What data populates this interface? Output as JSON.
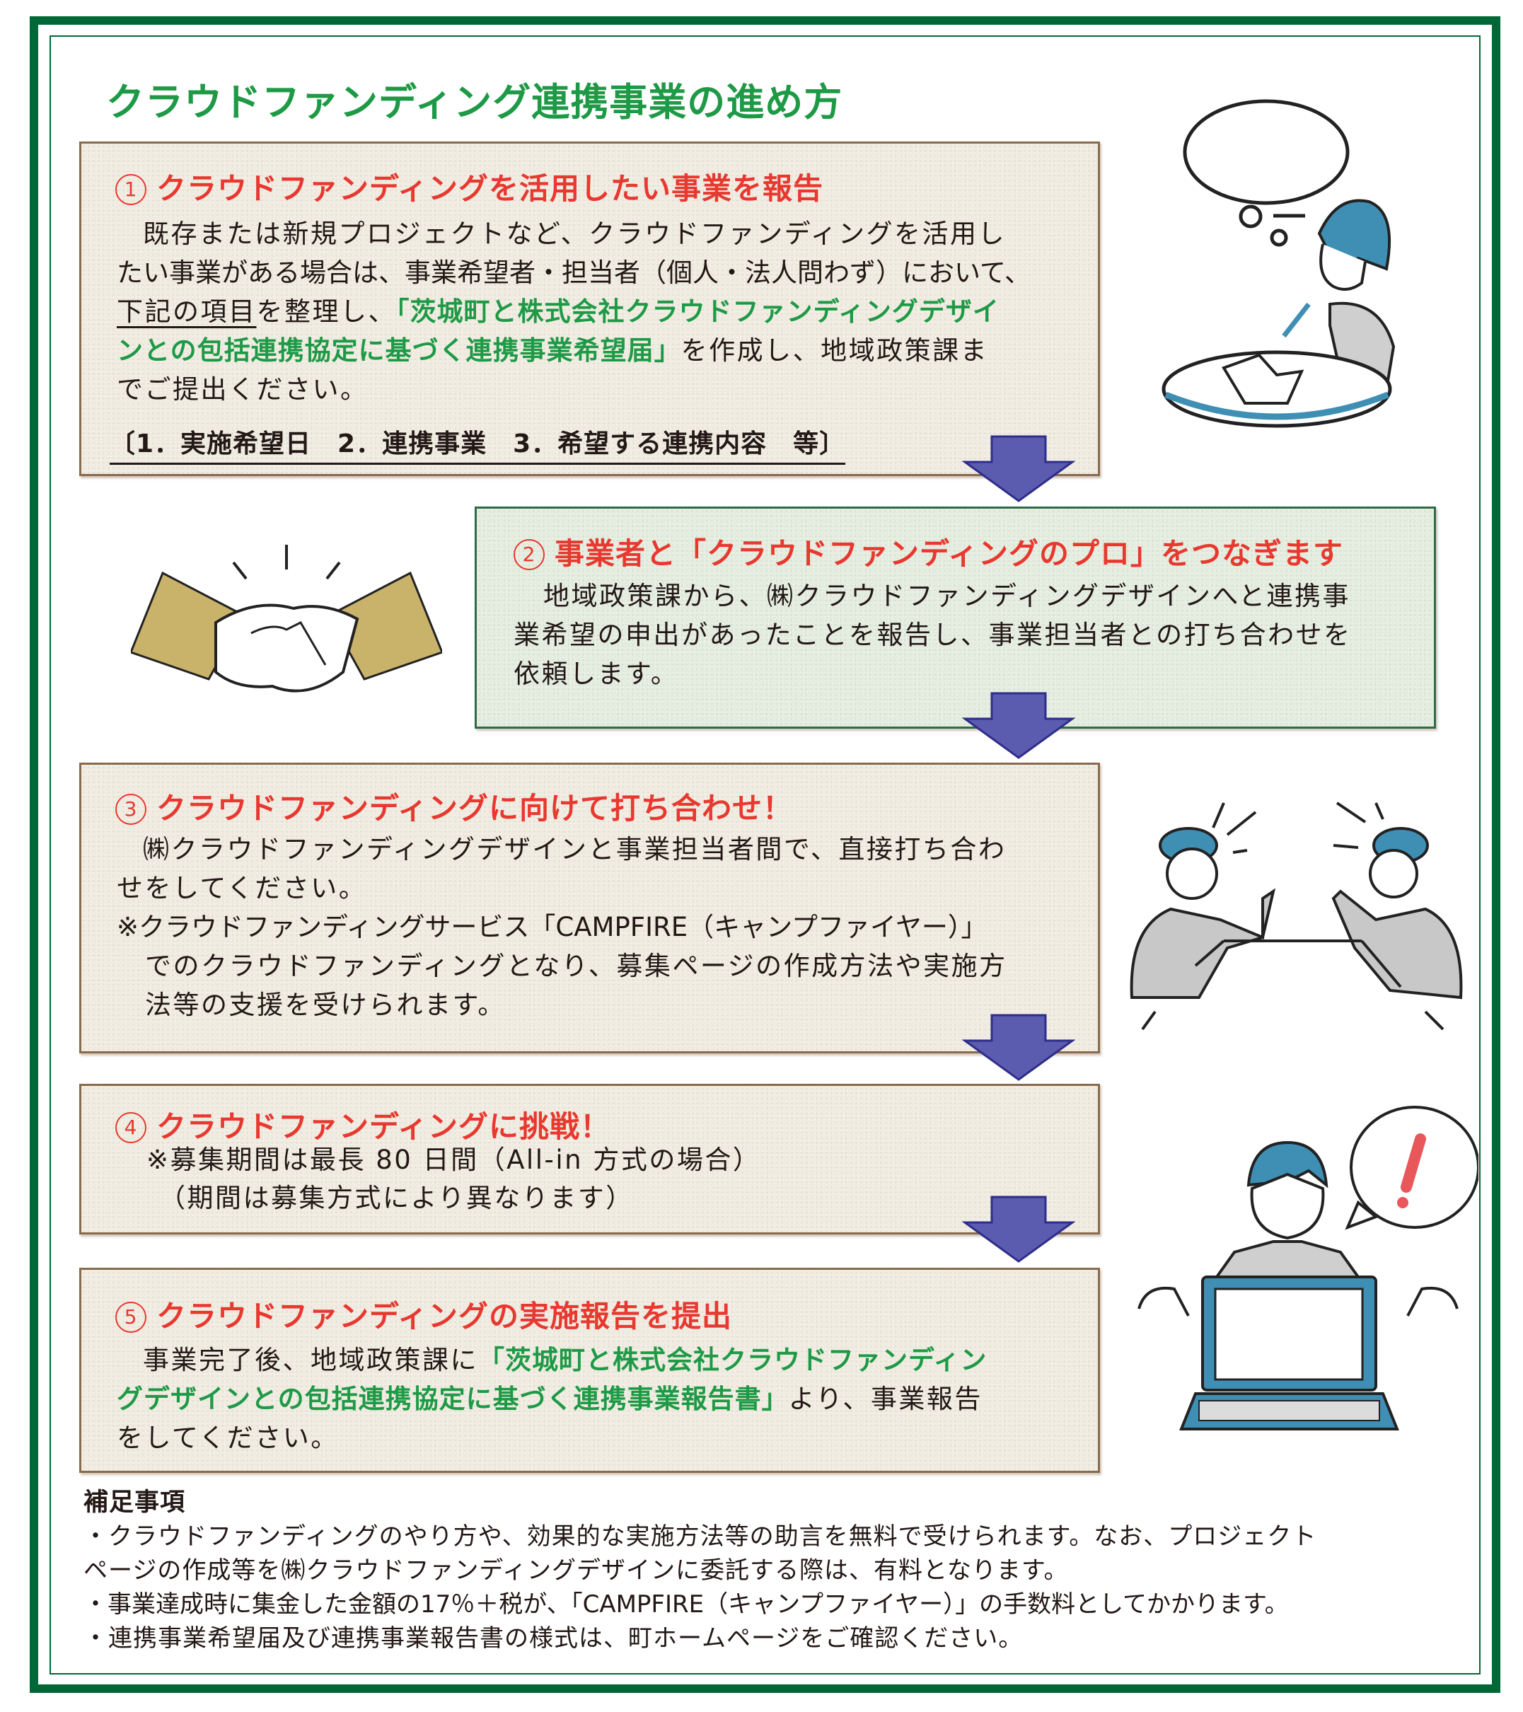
{
  "title": "クラウドファンディング連携事業の進め方",
  "colors": {
    "frame": "#006837",
    "title": "#1e9a46",
    "heading": "#e8382f",
    "highlight": "#1e9a46",
    "arrow": "#5b5bb0",
    "box_border": "#8a6a4c",
    "box_green_border": "#2e6b47"
  },
  "steps": [
    {
      "number": "1",
      "heading": "クラウドファンディングを活用したい事業を報告",
      "lines": [
        {
          "text": "既存または新規プロジェクトなど、クラウドファンディングを活用し"
        },
        {
          "text": "たい事業がある場合は、事業希望者・担当者（個人・法人問わず）において、"
        },
        {
          "pre_underlined": "下記の項目",
          "pre": "を整理し、",
          "highlight": "「茨城町と株式会社クラウドファンディングデザイ"
        },
        {
          "highlight": "ンとの包括連携協定に基づく連携事業希望届」",
          "post": "を作成し、地域政策課ま"
        },
        {
          "text": "でご提出ください。"
        }
      ],
      "items": "〔1．実施希望日　2．連携事業　3．希望する連携内容　等〕"
    },
    {
      "number": "2",
      "heading": "事業者と「クラウドファンディングのプロ」をつなぎます",
      "lines": [
        {
          "text": "地域政策課から、㈱クラウドファンディングデザインへと連携事"
        },
        {
          "text": "業希望の申出があったことを報告し、事業担当者との打ち合わせを"
        },
        {
          "text": "依頼します。"
        }
      ]
    },
    {
      "number": "3",
      "heading": "クラウドファンディングに向けて打ち合わせ！",
      "lines": [
        {
          "text": "㈱クラウドファンディングデザインと事業担当者間で、直接打ち合わ"
        },
        {
          "text": "せをしてください。"
        },
        {
          "text": "※クラウドファンディングサービス「CAMPFIRE（キャンプファイヤー）」"
        },
        {
          "text": "でのクラウドファンディングとなり、募集ページの作成方法や実施方"
        },
        {
          "text": "法等の支援を受けられます。"
        }
      ]
    },
    {
      "number": "4",
      "heading": "クラウドファンディングに挑戦！",
      "lines": [
        {
          "text": "※募集期間は最長 80 日間（All-in 方式の場合）"
        },
        {
          "text": "（期間は募集方式により異なります）"
        }
      ]
    },
    {
      "number": "5",
      "heading": "クラウドファンディングの実施報告を提出",
      "lines": [
        {
          "pre": "事業完了後、地域政策課に",
          "highlight": "「茨城町と株式会社クラウドファンディン"
        },
        {
          "highlight": "グデザインとの包括連携協定に基づく連携事業報告書」",
          "post": "より、事業報告"
        },
        {
          "text": "をしてください。"
        }
      ]
    }
  ],
  "notes": {
    "title": "補足事項",
    "items": [
      "・クラウドファンディングのやり方や、効果的な実施方法等の助言を無料で受けられます。なお、プロジェクト",
      "ページの作成等を㈱クラウドファンディングデザインに委託する際は、有料となります。",
      "・事業達成時に集金した金額の17％＋税が、「CAMPFIRE（キャンプファイヤー）」の手数料としてかかります。",
      "・連携事業希望届及び連携事業報告書の様式は、町ホームページをご確認ください。"
    ]
  },
  "illustrations": {
    "step1": "person-thinking-at-table-illustration",
    "step2": "handshake-illustration",
    "step3": "two-people-meeting-illustration",
    "step4_5": "person-with-laptop-exclamation-illustration"
  }
}
